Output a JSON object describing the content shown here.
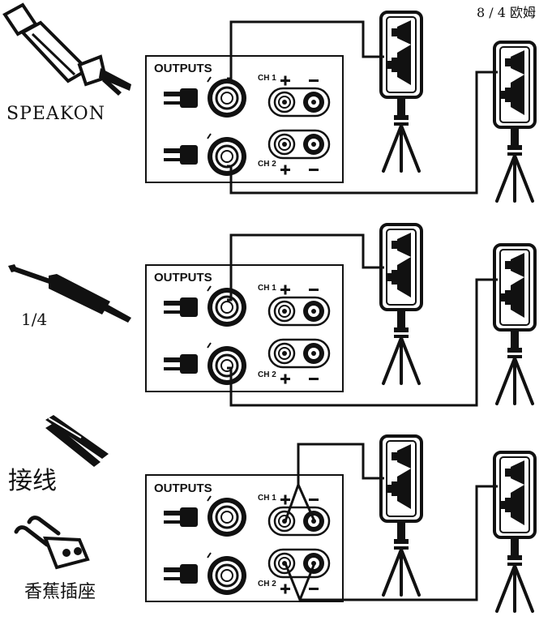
{
  "header": {
    "impedance_note": "8 / 4 欧姆"
  },
  "colors": {
    "ink": "#111111",
    "paper": "#ffffff"
  },
  "panels": [
    {
      "connector_label": "SPEAKON",
      "connector_icon": "speakon-plug-icon",
      "wiring": "speakon",
      "outputs_label": "OUTPUTS",
      "ch1_label": "CH 1",
      "ch2_label": "CH 2"
    },
    {
      "connector_label": "1/4",
      "connector_icon": "quarter-inch-plug-icon",
      "wiring": "speakon",
      "outputs_label": "OUTPUTS",
      "ch1_label": "CH 1",
      "ch2_label": "CH 2"
    },
    {
      "connector_label": "接线",
      "connector_label_2": "香蕉插座",
      "connector_icon": "bare-wire-icon",
      "connector_icon_2": "banana-plug-icon",
      "wiring": "binding-post",
      "outputs_label": "OUTPUTS",
      "ch1_label": "CH 1",
      "ch2_label": "CH 2"
    }
  ]
}
